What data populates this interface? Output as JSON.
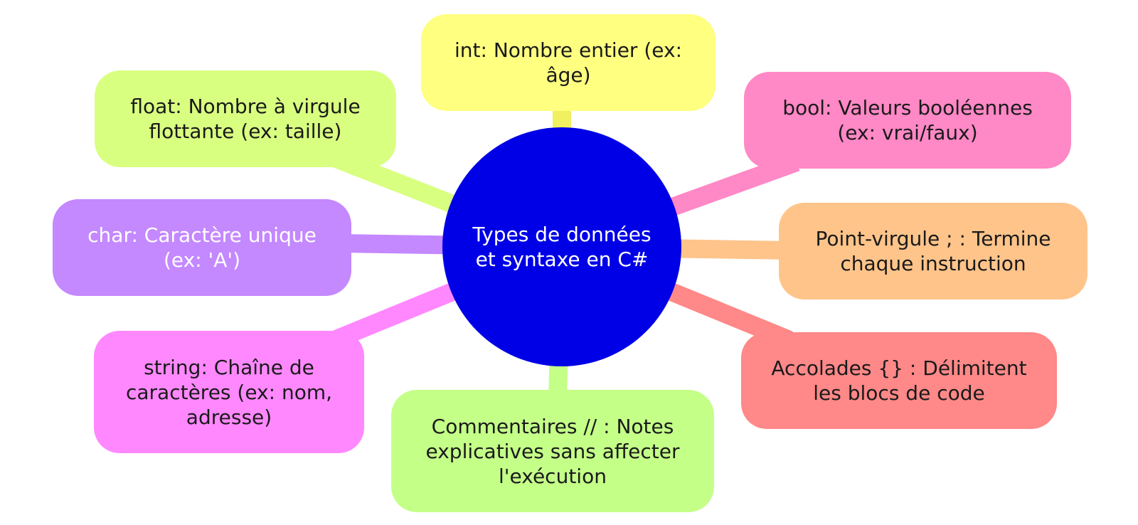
{
  "diagram": {
    "center": {
      "label": "Types de données et syntaxe en C#",
      "color": "#0000e6"
    },
    "nodes": [
      {
        "id": "int",
        "label": "int: Nombre entier (ex: âge)",
        "color": "#ffff80",
        "link_color": "#f0f060"
      },
      {
        "id": "float",
        "label": "float: Nombre à virgule flottante (ex: taille)",
        "color": "#d9ff80",
        "link_color": "#d9ff80"
      },
      {
        "id": "bool",
        "label": "bool: Valeurs booléennes (ex: vrai/faux)",
        "color": "#ff88c6",
        "link_color": "#ff88c6"
      },
      {
        "id": "char",
        "label": "char: Caractère unique (ex: 'A')",
        "color": "#c488ff",
        "link_color": "#c488ff"
      },
      {
        "id": "semi",
        "label": "Point-virgule ; : Termine chaque instruction",
        "color": "#ffc48a",
        "link_color": "#ffc48a"
      },
      {
        "id": "string",
        "label": "string: Chaîne de caractères (ex: nom, adresse)",
        "color": "#ff88ff",
        "link_color": "#ff88ff"
      },
      {
        "id": "braces",
        "label": "Accolades {} : Délimitent les blocs de code",
        "color": "#ff8888",
        "link_color": "#ff8888"
      },
      {
        "id": "comments",
        "label": "Commentaires // : Notes explicatives sans affecter l'exécution",
        "color": "#c4ff88",
        "link_color": "#c4ff88"
      }
    ]
  }
}
